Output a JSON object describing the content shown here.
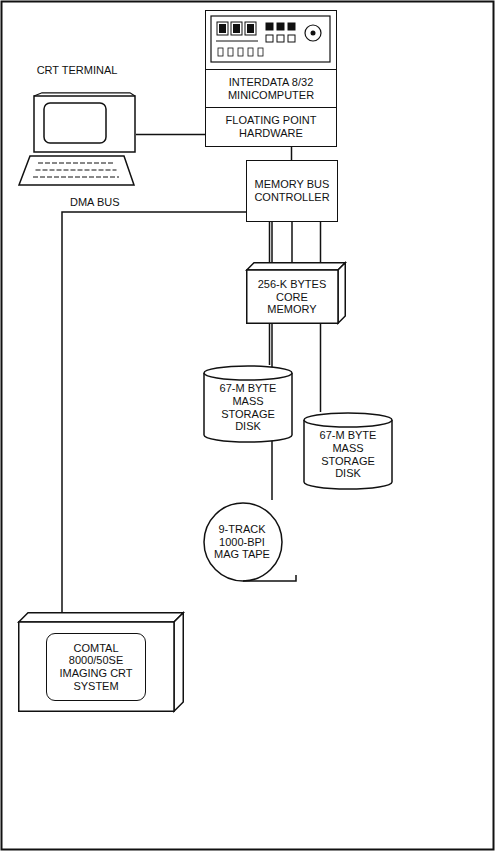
{
  "diagram": {
    "nodes": [
      {
        "text": [
          "INTERDATA 8/32 MINICOMPUTER",
          "FLOATING POINT HARDWARE"
        ]
      },
      {
        "text": [
          "CRT TERMINAL"
        ]
      },
      {
        "text": [
          "MEMORY BUS CONTROLLER"
        ]
      },
      {
        "text": [
          "256-K BYTES CORE MEMORY"
        ]
      },
      {
        "text": [
          "67-M BYTE MASS STORAGE DISK"
        ]
      },
      {
        "text": [
          "67-M BYTE MASS STORAGE DISK"
        ]
      },
      {
        "text": [
          "9-TRACK 1000-BPI MAG TAPE"
        ]
      },
      {
        "text": [
          "COMTAL 8000/50SE IMAGING CRT SYSTEM"
        ]
      }
    ],
    "edges": [
      {
        "from": 0,
        "to": 1,
        "arrow": "none"
      },
      {
        "from": 0,
        "to": 2,
        "arrow": "none"
      },
      {
        "from": 2,
        "to": 3,
        "arrow": "none"
      },
      {
        "from": 2,
        "to": 4,
        "arrow": "none"
      },
      {
        "from": 2,
        "to": 5,
        "arrow": "none"
      },
      {
        "from": 2,
        "to": 6,
        "arrow": "none"
      },
      {
        "from": 2,
        "to": 7,
        "arrow": "none"
      }
    ],
    "labels": [
      "DMA BUS"
    ]
  }
}
